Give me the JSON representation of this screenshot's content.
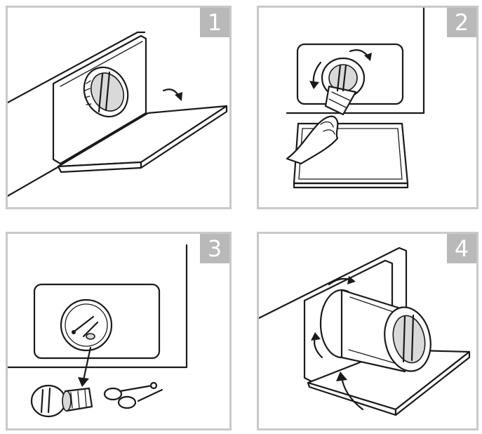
{
  "steps": [
    {
      "number": "1",
      "icon": "open-service-flap"
    },
    {
      "number": "2",
      "icon": "unscrew-drain-filter"
    },
    {
      "number": "3",
      "icon": "remove-foreign-objects"
    },
    {
      "number": "4",
      "icon": "reinsert-filter-close-flap"
    }
  ],
  "colors": {
    "frame": "#c9c9c9",
    "badge": "#b9b9b9",
    "line": "#1a1a1a"
  }
}
